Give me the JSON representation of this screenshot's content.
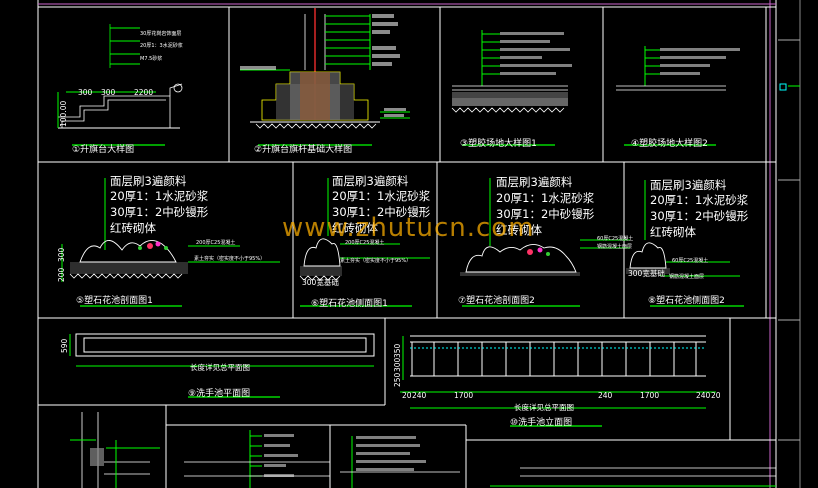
{
  "drawing": {
    "details": [
      {
        "id": "1",
        "title": "①升旗台大样图",
        "notes": [
          "30厚花岗岩饰面层",
          "20厚1：3水泥砂浆",
          "M7.5砂浆"
        ],
        "dims": [
          "300",
          "300",
          "2200",
          "100.00"
        ]
      },
      {
        "id": "2",
        "title": "②升旗台旗杆基础大样图",
        "notes": []
      },
      {
        "id": "3",
        "title": "③塑胶场地大样图1",
        "notes": []
      },
      {
        "id": "4",
        "title": "④塑胶场地大样图2",
        "notes": []
      },
      {
        "id": "5",
        "title": "⑤塑石花池剖面图1",
        "notes": [
          "面层刷3遍颜料",
          "20厚1：1水泥砂浆",
          "30厚1：2中砂镘形",
          "红砖砌体"
        ],
        "labels": [
          "200厚C25混凝土",
          "素土夯实（密实度不小于95%）"
        ],
        "dims": [
          "200",
          "300"
        ]
      },
      {
        "id": "6",
        "title": "⑥塑石花池侧面图1",
        "notes": [
          "面层刷3遍颜料",
          "20厚1：1水泥砂浆",
          "30厚1：2中砂镘形",
          "红砖砌体"
        ],
        "labels": [
          "200厚C25混凝土",
          "素土夯实（密实度不小于95%）",
          "300宽基础"
        ]
      },
      {
        "id": "7",
        "title": "⑦塑石花池剖面图2",
        "notes": [
          "面层刷3遍颜料",
          "20厚1：1水泥砂浆",
          "30厚1：2中砂镘形",
          "红砖砌体"
        ],
        "labels": [
          "60厚C25混凝土",
          "钢筋混凝土面层"
        ]
      },
      {
        "id": "8",
        "title": "⑧塑石花池侧面图2",
        "notes": [
          "面层刷3遍颜料",
          "20厚1：1水泥砂浆",
          "30厚1：2中砂镘形",
          "红砖砌体"
        ],
        "labels": [
          "60厚C25混凝土",
          "300宽基础",
          "钢筋混凝土面层"
        ]
      },
      {
        "id": "9",
        "title": "⑨洗手池平面图",
        "notes": [
          "长度详见总平面图"
        ],
        "dims": [
          "590"
        ]
      },
      {
        "id": "10",
        "title": "⑩洗手池立面图",
        "notes": [
          "长度详见总平面图"
        ],
        "dims": [
          "20",
          "240",
          "1700",
          "240",
          "1700",
          "240",
          "20",
          "250",
          "300",
          "350"
        ]
      }
    ],
    "watermark": "www.zhutucn.com"
  }
}
